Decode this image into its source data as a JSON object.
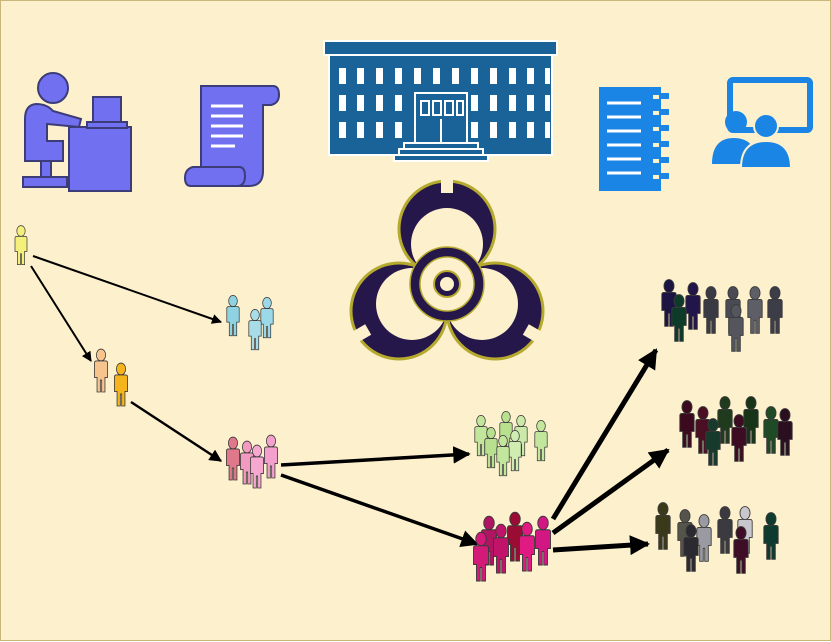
{
  "icons": {
    "worker": "computer-worker-icon",
    "scroll": "scroll-document-icon",
    "building": "government-building-icon",
    "notepad": "notepad-icon",
    "presentation": "presentation-board-icon",
    "biohazard": "biohazard-icon"
  },
  "colors": {
    "background": "#fdf0cd",
    "purple": "#7070f0",
    "building_blue": "#1a6399",
    "bright_blue": "#1b85e6",
    "biohazard_dark": "#26174a",
    "biohazard_outline": "#b5aa2e",
    "arrow": "#000000"
  },
  "groups": [
    {
      "id": "patient-zero",
      "count": 1,
      "colors": [
        "#f5f07c"
      ]
    },
    {
      "id": "gen1-light-blue",
      "count": 3,
      "colors": [
        "#8fd3e3",
        "#9bd8e8",
        "#a8dde8"
      ]
    },
    {
      "id": "gen1-orange",
      "count": 2,
      "colors": [
        "#f7c48d",
        "#f5b41c"
      ]
    },
    {
      "id": "gen2-pink",
      "count": 4,
      "colors": [
        "#e0788c",
        "#f29ac0",
        "#f4a0cc",
        "#f7a8d0"
      ]
    },
    {
      "id": "gen3-light-green",
      "count": 7,
      "colors": [
        "#c3e69d",
        "#b8e08e",
        "#cbe9a8",
        "#c3e69d",
        "#b8e08e",
        "#d1ecb1",
        "#c3e69d"
      ]
    },
    {
      "id": "gen3-magenta",
      "count": 6,
      "colors": [
        "#b01561",
        "#9a0c33",
        "#d21682",
        "#c2136a",
        "#e01a82",
        "#d41a78"
      ]
    },
    {
      "id": "gen4-dark-purple-grey",
      "count": 8,
      "colors": [
        "#1c1442",
        "#22154a",
        "#3a3a44",
        "#4a4a55",
        "#5e5e66",
        "#3d3d48",
        "#0e3a2a",
        "#55555e"
      ]
    },
    {
      "id": "gen4-dark-red-green",
      "count": 8,
      "colors": [
        "#3c0a1e",
        "#4a0f22",
        "#203a1e",
        "#183418",
        "#1f4a26",
        "#2a0f20",
        "#163a2c",
        "#3c0c22"
      ]
    },
    {
      "id": "gen4-olive-grey",
      "count": 8,
      "colors": [
        "#3a3a1a",
        "#54544a",
        "#9a9aa2",
        "#3a3a40",
        "#c7c7cd",
        "#0f3a2e",
        "#2a2a30",
        "#3e0e26"
      ]
    }
  ]
}
